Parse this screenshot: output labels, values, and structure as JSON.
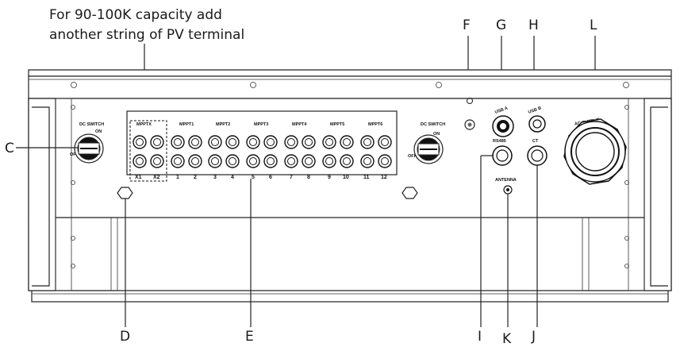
{
  "annotation": {
    "line1": "For 90-100K capacity add",
    "line2": "another string of PV terminal"
  },
  "callouts": {
    "C": "C",
    "D": "D",
    "E": "E",
    "F": "F",
    "G": "G",
    "H": "H",
    "I": "I",
    "J": "J",
    "K": "K",
    "L": "L"
  },
  "panel": {
    "dc_switch": "DC SWITCH",
    "on": "ON",
    "off": "OFF",
    "mppt_labels": [
      "MPPTX",
      "MPPT1",
      "MPPT2",
      "MPPT3",
      "MPPT4",
      "MPPT5",
      "MPPT6"
    ],
    "terminal_numbers": [
      "X1",
      "X2",
      "1",
      "2",
      "3",
      "4",
      "5",
      "6",
      "7",
      "8",
      "9",
      "10",
      "11",
      "12"
    ],
    "usb_a": "USB A",
    "usb_b": "USB B",
    "rs485": "RS485",
    "ct": "CT",
    "antenna": "ANTENNA",
    "ac_output": "AC OUTPUT"
  }
}
